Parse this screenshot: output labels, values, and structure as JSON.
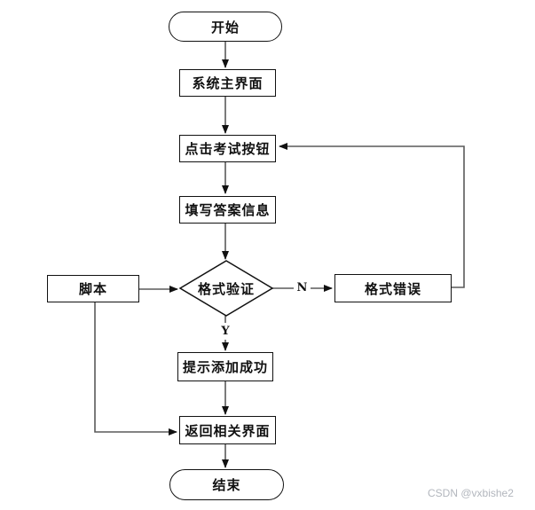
{
  "flowchart": {
    "nodes": {
      "start": {
        "label": "开始",
        "type": "terminator"
      },
      "main_ui": {
        "label": "系统主界面",
        "type": "process"
      },
      "click_exam": {
        "label": "点击考试按钮",
        "type": "process"
      },
      "fill_answer": {
        "label": "填写答案信息",
        "type": "process"
      },
      "validate": {
        "label": "格式验证",
        "type": "decision"
      },
      "script": {
        "label": "脚本",
        "type": "process"
      },
      "format_error": {
        "label": "格式错误",
        "type": "process"
      },
      "add_success": {
        "label": "提示添加成功",
        "type": "process"
      },
      "return_ui": {
        "label": "返回相关界面",
        "type": "process"
      },
      "end": {
        "label": "结束",
        "type": "terminator"
      }
    },
    "branch_labels": {
      "no": "N",
      "yes": "Y"
    },
    "edges": [
      {
        "from": "start",
        "to": "main_ui"
      },
      {
        "from": "main_ui",
        "to": "click_exam"
      },
      {
        "from": "click_exam",
        "to": "fill_answer"
      },
      {
        "from": "fill_answer",
        "to": "validate"
      },
      {
        "from": "script",
        "to": "validate"
      },
      {
        "from": "validate",
        "to": "format_error",
        "label": "N"
      },
      {
        "from": "format_error",
        "to": "click_exam"
      },
      {
        "from": "validate",
        "to": "add_success",
        "label": "Y"
      },
      {
        "from": "add_success",
        "to": "return_ui"
      },
      {
        "from": "script",
        "to": "return_ui"
      },
      {
        "from": "return_ui",
        "to": "end"
      }
    ],
    "colors": {
      "node_border": "#111111",
      "connector": "#5a5a5a",
      "arrowhead": "#111111",
      "background": "#ffffff",
      "watermark": "#b2b6bd"
    }
  },
  "watermark": {
    "text": "CSDN @vxbishe2"
  }
}
